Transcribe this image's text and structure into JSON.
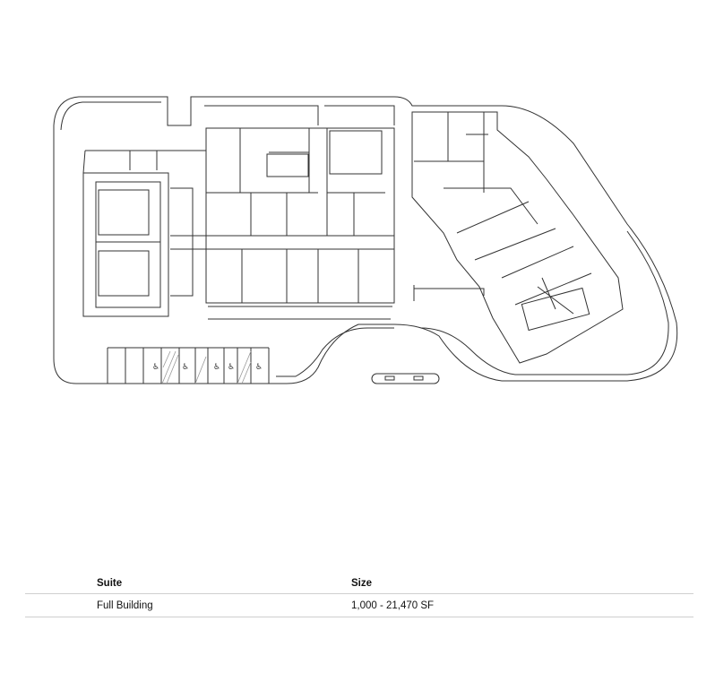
{
  "floorplan": {
    "line_color": "#333333",
    "hatch_color": "#999999"
  },
  "table": {
    "headers": {
      "suite": "Suite",
      "size": "Size"
    },
    "rows": [
      {
        "suite": "Full Building",
        "size": "1,000 - 21,470 SF"
      }
    ]
  }
}
